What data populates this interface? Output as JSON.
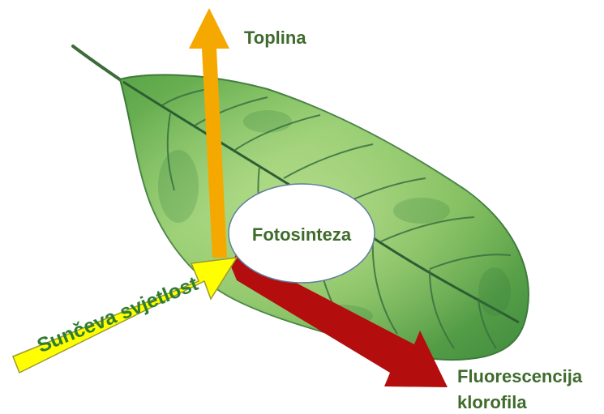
{
  "labels": {
    "heat": "Toplina",
    "photosynthesis": "Fotosinteza",
    "sunlight": "Sunčeva svjetlost",
    "fluorescence_line1": "Fluorescencija",
    "fluorescence_line2": "klorofila"
  },
  "colors": {
    "label_text": "#3f6b2c",
    "leaf_light": "#b9dc8a",
    "leaf_mid": "#6fb04f",
    "leaf_dark": "#2f7a3a",
    "vein": "#2d5e33",
    "heat_arrow": "#f5a800",
    "sunlight_arrow": "#ffff00",
    "sunlight_arrow_outline": "#9a9a30",
    "sunlight_text": "#2e7d32",
    "fluorescence_arrow": "#b30d0d",
    "ellipse_fill": "#ffffff",
    "ellipse_stroke": "#5f7f9f"
  },
  "icons": {
    "leaf": "leaf-illustration",
    "heat": "up-arrow",
    "sunlight": "incoming-arrow",
    "fluorescence": "outgoing-arrow"
  }
}
